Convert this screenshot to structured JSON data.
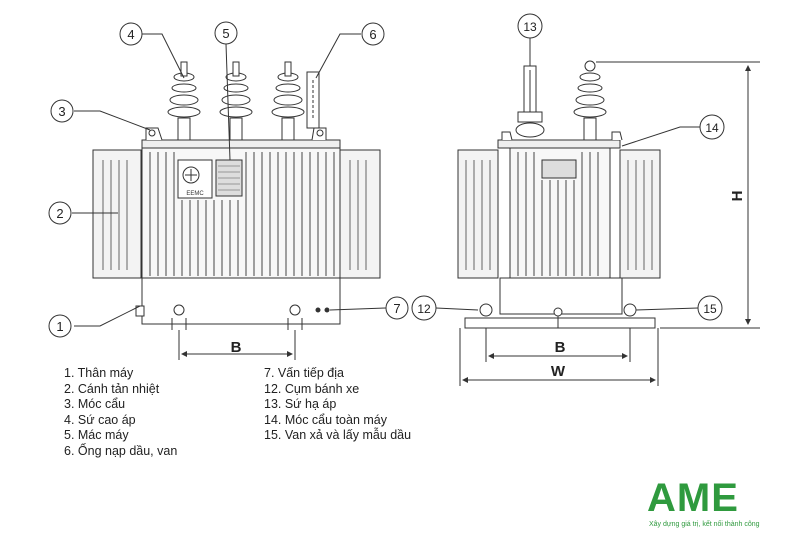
{
  "callouts": {
    "c1": "1",
    "c2": "2",
    "c3": "3",
    "c4": "4",
    "c5": "5",
    "c6": "6",
    "c7": "7",
    "c12": "12",
    "c13": "13",
    "c14": "14",
    "c15": "15"
  },
  "plate_label": "EEMC",
  "dimensions": {
    "front_b": "B",
    "side_b": "B",
    "side_w": "W",
    "side_h": "H"
  },
  "legend_left": [
    "1. Thân máy",
    "2. Cánh tản nhiệt",
    "3. Móc cẩu",
    "4. Sứ cao áp",
    "5. Mác máy",
    "6. Ống nạp dầu, van"
  ],
  "legend_right": [
    "7. Vấn tiếp địa",
    "12. Cụm bánh xe",
    "13. Sứ hạ áp",
    "14. Móc cẩu toàn máy",
    "15. Van xả và lấy mẫu dầu"
  ],
  "logo": {
    "text": "AME",
    "tagline": "Xây dựng giá trị, kết nối thành công",
    "color": "#2f9a3e"
  }
}
